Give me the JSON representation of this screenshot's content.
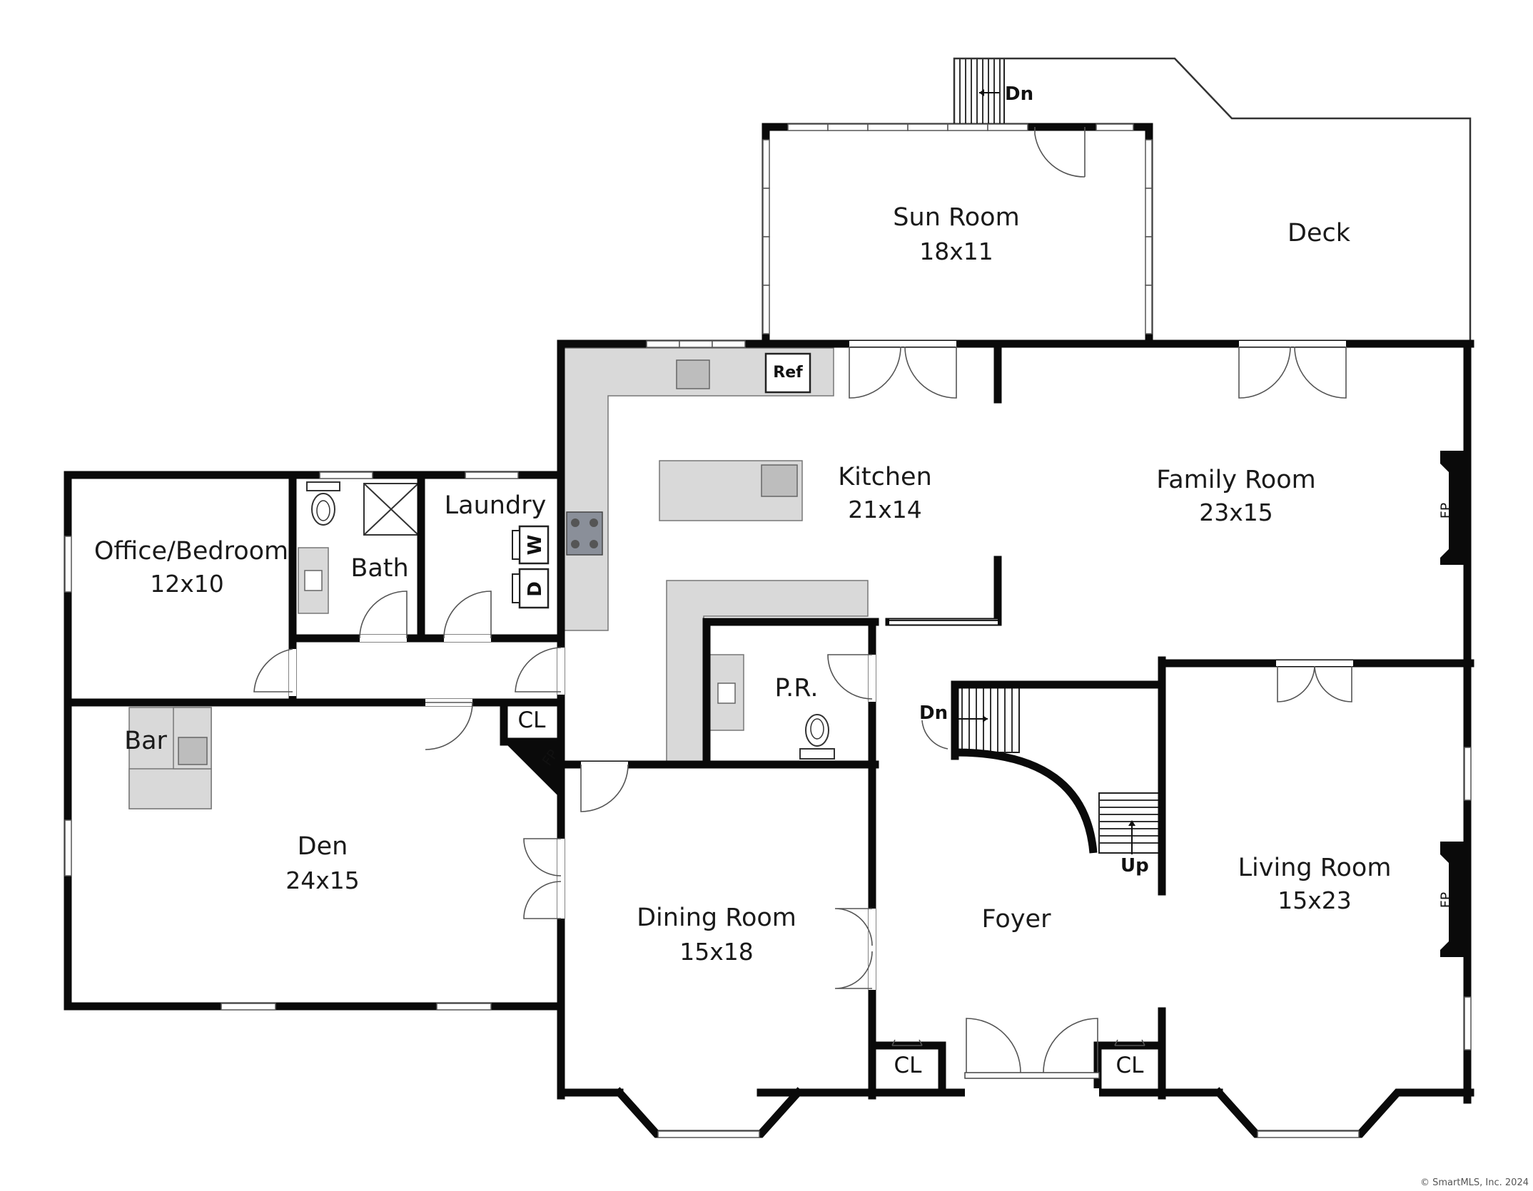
{
  "rooms": {
    "sun_room": {
      "name": "Sun Room",
      "dim": "18x11"
    },
    "deck": {
      "name": "Deck"
    },
    "kitchen": {
      "name": "Kitchen",
      "dim": "21x14"
    },
    "family_room": {
      "name": "Family Room",
      "dim": "23x15"
    },
    "office": {
      "name": "Office/Bedroom",
      "dim": "12x10"
    },
    "bath": {
      "name": "Bath"
    },
    "laundry": {
      "name": "Laundry"
    },
    "powder_room": {
      "name": "P.R."
    },
    "bar": {
      "name": "Bar"
    },
    "den": {
      "name": "Den",
      "dim": "24x15"
    },
    "dining_room": {
      "name": "Dining Room",
      "dim": "15x18"
    },
    "foyer": {
      "name": "Foyer"
    },
    "living_room": {
      "name": "Living Room",
      "dim": "15x23"
    }
  },
  "labels": {
    "closet": "CL",
    "fireplace": "FP",
    "stairs_down": "Dn",
    "stairs_up": "Up",
    "refrigerator": "Ref",
    "washer": "W",
    "dryer": "D"
  },
  "copyright": "© SmartMLS, Inc. 2024"
}
